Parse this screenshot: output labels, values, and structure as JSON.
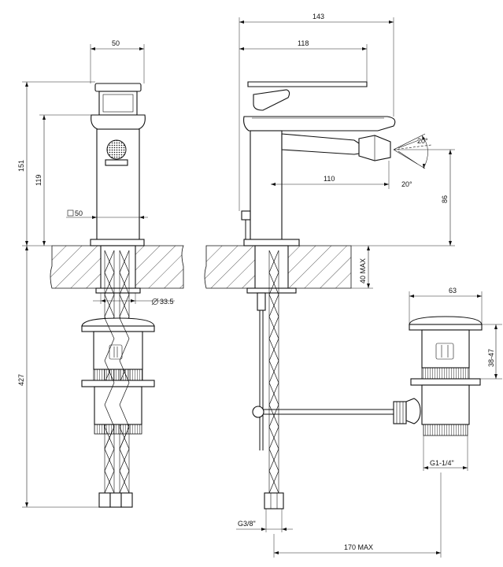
{
  "dimensions": {
    "front_spout_width": "50",
    "total_height": "151",
    "lever_height": "119",
    "square_spout": "50",
    "pipe_diameter": "33.5",
    "under_counter": "427",
    "overall_depth": "143",
    "lever_reach": "118",
    "spout_reach": "110",
    "spout_height": "86",
    "swivel_angle_top": "20°",
    "swivel_angle_bottom": "20°",
    "deck_thickness": "40 MAX",
    "waste_width": "63",
    "waste_adjust": "38-47",
    "waste_thread": "G1-1/4\"",
    "hose_thread": "G3/8\"",
    "rod_length": "170 MAX"
  },
  "symbols": {
    "square": "square-symbol",
    "diameter": "diameter-symbol"
  }
}
